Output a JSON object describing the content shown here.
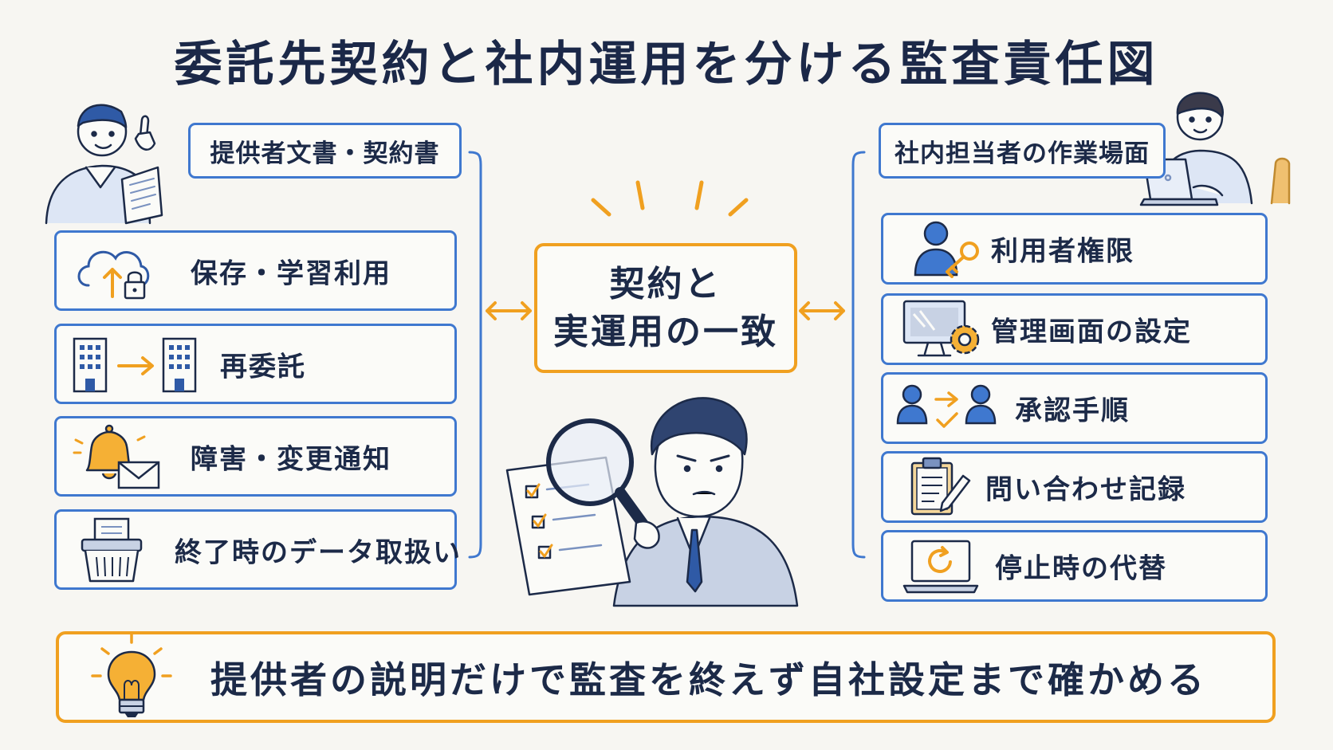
{
  "title": "委託先契約と社内運用を分ける監査責任図",
  "left": {
    "header": "提供者文書・契約書",
    "items": [
      {
        "label": "保存・学習利用",
        "icon": "cloud-upload-lock-icon"
      },
      {
        "label": "再委託",
        "icon": "building-arrow-building-icon"
      },
      {
        "label": "障害・変更通知",
        "icon": "bell-envelope-icon"
      },
      {
        "label": "終了時のデータ取扱い",
        "icon": "shredder-icon"
      }
    ]
  },
  "right": {
    "header": "社内担当者の作業場面",
    "items": [
      {
        "label": "利用者権限",
        "icon": "user-key-icon"
      },
      {
        "label": "管理画面の設定",
        "icon": "monitor-gear-icon"
      },
      {
        "label": "承認手順",
        "icon": "users-approval-icon"
      },
      {
        "label": "問い合わせ記録",
        "icon": "clipboard-pen-icon"
      },
      {
        "label": "停止時の代替",
        "icon": "laptop-refresh-icon"
      }
    ]
  },
  "center": {
    "line1": "契約と",
    "line2": "実運用の一致"
  },
  "bottom": {
    "text": "提供者の説明だけで監査を終えず自社設定まで確かめる",
    "icon": "lightbulb-icon"
  },
  "colors": {
    "blue": "#3f78cf",
    "orange": "#f0a020",
    "navy": "#1c2a48"
  }
}
